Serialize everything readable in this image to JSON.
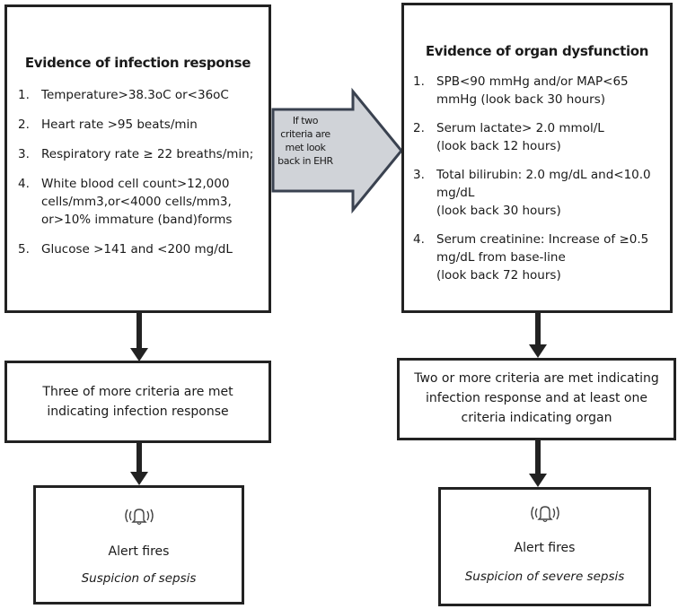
{
  "infection": {
    "title": "Evidence of infection response",
    "items": [
      {
        "num": "1.",
        "text": "Temperature>38.3oC or<36oC"
      },
      {
        "num": "2.",
        "text": "Heart rate >95 beats/min"
      },
      {
        "num": "3.",
        "text": "Respiratory rate ≥ 22 breaths/min;"
      },
      {
        "num": "4.",
        "text": "White blood cell count>12,000 cells/mm3,or<4000 cells/mm3, or>10% immature (band)forms"
      },
      {
        "num": "5.",
        "text": "Glucose >141 and <200 mg/dL"
      }
    ]
  },
  "organ": {
    "title": "Evidence of organ dysfunction",
    "items": [
      {
        "num": "1.",
        "text": "SPB<90 mmHg and/or MAP<65 mmHg (look back 30 hours)",
        "look": ""
      },
      {
        "num": "2.",
        "text": "Serum lactate> 2.0 mmol/L",
        "look": "(look back 12 hours)"
      },
      {
        "num": "3.",
        "text": "Total bilirubin: 2.0 mg/dL and<10.0 mg/dL",
        "look": "(look back 30 hours)"
      },
      {
        "num": "4.",
        "text": "Serum creatinine: Increase of ≥0.5 mg/dL from base-line",
        "look": "(look back 72 hours)"
      }
    ]
  },
  "connector": {
    "text": "If two criteria are met look back in EHR"
  },
  "criteria_left": "Three of more criteria are met indicating infection response",
  "criteria_right": "Two or more criteria are met indicating infection response and at least one criteria indicating organ",
  "alert_left": {
    "title": "Alert fires",
    "subtitle": "Suspicion of sepsis"
  },
  "alert_right": {
    "title": "Alert fires",
    "subtitle": "Suspicion of severe sepsis"
  },
  "colors": {
    "border": "#222222",
    "arrow_fill": "#d0d3d8",
    "arrow_stroke": "#3a4250"
  },
  "icons": [
    "bell-icon",
    "down-arrow-icon",
    "right-arrow-icon"
  ]
}
